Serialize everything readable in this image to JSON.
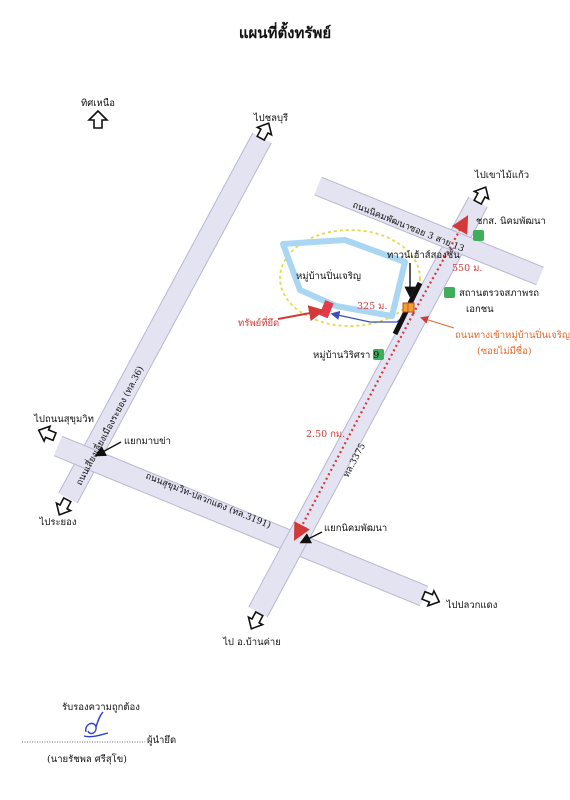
{
  "title": "แผนที่ตั้งทรัพย์",
  "labels": {
    "north": "ทิศเหนือ",
    "to_chonburi": "ไปชลบุรี",
    "to_khao_mai_kaeo": "ไปเขาไม้แก้ว",
    "to_sukhumvit_road": "ไปถนนสุขุมวิท",
    "to_rayong": "ไประยอง",
    "to_pluak_daeng": "ไปปลวกแดง",
    "to_ban_khai": "ไป อ.บ้านค่าย",
    "road_nikhom_soi": "ถนนนิคมพัฒนาซอย 3 สาย 13",
    "road_sukhumvit_pluakdaeng": "ถนนสุขุมวิท-ปลวกแดง (ทล.3191)",
    "road_saeng_sri_rayong": "ถนนเสี่ยงเลี่ยงเมืองระยอง (ทล.36)",
    "road_3375": "ทล.3375",
    "junction_maptaphut": "แยกมาบข่า",
    "junction_nikhom": "แยกนิคมพัฒนา",
    "village_pin_charoen": "หมู่บ้านปิ่นเจริญ",
    "village_wirisara": "หมู่บ้านวิริศรา 9",
    "property": "ทรัพย์ที่ยึด",
    "townhouse_2floor": "ทาวน์เฮ้าส์สองชั้น",
    "school": "ชกส. นิคมพัฒนา",
    "police_station": "สถานตรวจสภาพรถ",
    "police_station_2": "เอกชน",
    "entrance_road": "ถนนทางเข้าหมู่บ้านปิ่นเจริญ",
    "entrance_road_2": "(ซอยไม่มีชื่อ)",
    "dist_325": "325 ม.",
    "dist_550": "550 ม.",
    "dist_250km": "2.50 กม."
  },
  "signature": {
    "certify": "รับรองความถูกต้อง",
    "role": "ผู้นำยึด",
    "name": "(นายรัชพล ศรีสุโข)"
  },
  "colors": {
    "road": "#e4e3f2",
    "road_stroke": "#b9b7d3",
    "red": "#d23a3a",
    "green": "#3fae5a",
    "blue_outline": "#a9d6f2",
    "yellow_dash": "#e6d84a",
    "orange": "#e06a2a"
  }
}
